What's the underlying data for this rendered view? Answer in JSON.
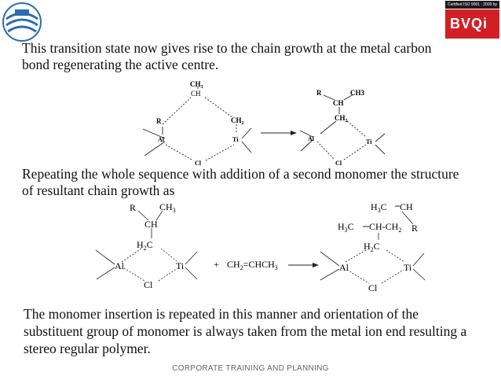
{
  "text": {
    "para1": "This transition state now gives rise to the chain growth at the metal carbon bond regenerating the active centre.",
    "para2": "Repeating the whole sequence with addition of a second monomer the structure of resultant chain growth as",
    "para3": "The monomer insertion is repeated in this manner and orientation of the substituent group of monomer is always taken from the metal ion end resulting a stereo regular polymer."
  },
  "header": {
    "cert_text": "Certified ISO 9001 : 2000 by",
    "brand_text": "BVQi"
  },
  "footer": {
    "text": "CORPORATE TRAINING AND PLANNING"
  },
  "scheme1": {
    "left": {
      "ch3": "CH",
      "ch3_sub": "3",
      "ch": "CH",
      "r": "R",
      "ch2": "CH",
      "ch2_sub": "2",
      "al": "Al",
      "ti": "Ti",
      "cl": "Cl"
    },
    "right": {
      "r": "R",
      "ch3": "CH3",
      "ch": "CH",
      "ch2": "CH",
      "ch2_sub": "2",
      "al": "Al",
      "ti": "Ti",
      "cl": "Cl"
    }
  },
  "scheme2": {
    "left": {
      "r": "R",
      "ch3": "CH",
      "ch3_sub": "3",
      "ch": "CH",
      "h2c": "H",
      "h2c_sub": "2",
      "h2c_end": "C",
      "al": "Al",
      "ti": "Ti",
      "cl": "Cl"
    },
    "reagent": {
      "plus": "+",
      "monomer_a": "CH",
      "monomer_sub": "2",
      "monomer_b": "=CHCH",
      "monomer_sub2": "3"
    },
    "right": {
      "h3c_top": "H",
      "h3c_top_sub": "3",
      "h3c_top_c": "C",
      "ch_top": "CH",
      "h3c_mid": "H",
      "h3c_mid_sub": "3",
      "h3c_mid_c": "C",
      "chch2": "CH-CH",
      "chch2_sub": "2",
      "r": "R",
      "h2c": "H",
      "h2c_sub": "2",
      "h2c_end": "C",
      "al": "Al",
      "ti": "Ti",
      "cl": "Cl"
    }
  }
}
